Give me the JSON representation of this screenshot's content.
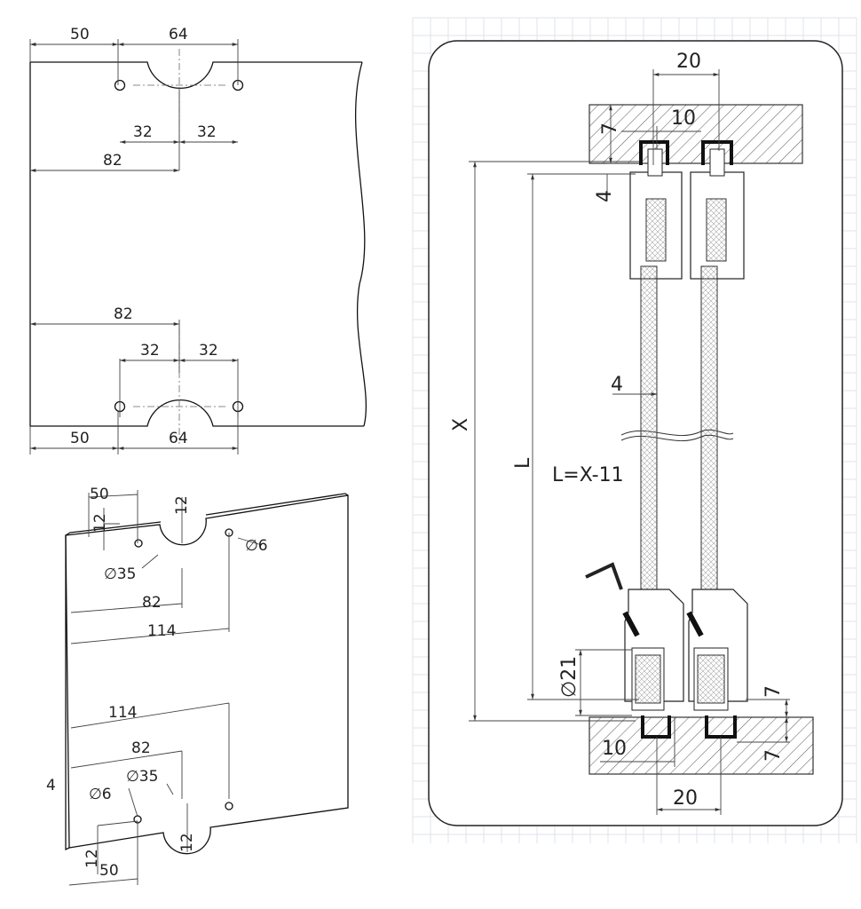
{
  "top_view": {
    "dims": {
      "top_50": "50",
      "top_64": "64",
      "top_32_left": "32",
      "top_32_right": "32",
      "top_82": "82",
      "bottom_82": "82",
      "bottom_32_left": "32",
      "bottom_32_right": "32",
      "bottom_50": "50",
      "bottom_64": "64"
    }
  },
  "iso_view": {
    "dims": {
      "top_50": "50",
      "top_12_left": "12",
      "top_12_notch": "12",
      "top_phi6": "∅6",
      "top_phi35": "∅35",
      "top_82": "82",
      "top_114": "114",
      "bottom_114": "114",
      "bottom_82": "82",
      "bottom_phi35": "∅35",
      "thickness_4": "4",
      "bottom_phi6": "∅6",
      "bottom_12_notch": "12",
      "bottom_12_left": "12",
      "bottom_50": "50"
    }
  },
  "section_view": {
    "dims": {
      "top_20": "20",
      "top_10": "10",
      "top_7": "7",
      "top_4": "4",
      "panel_4": "4",
      "x_label": "X",
      "l_label": "L",
      "formula": "L=X-11",
      "phi21": "∅21",
      "bottom_7_upper": "7",
      "bottom_7_lower": "7",
      "bottom_10": "10",
      "bottom_20": "20"
    }
  }
}
